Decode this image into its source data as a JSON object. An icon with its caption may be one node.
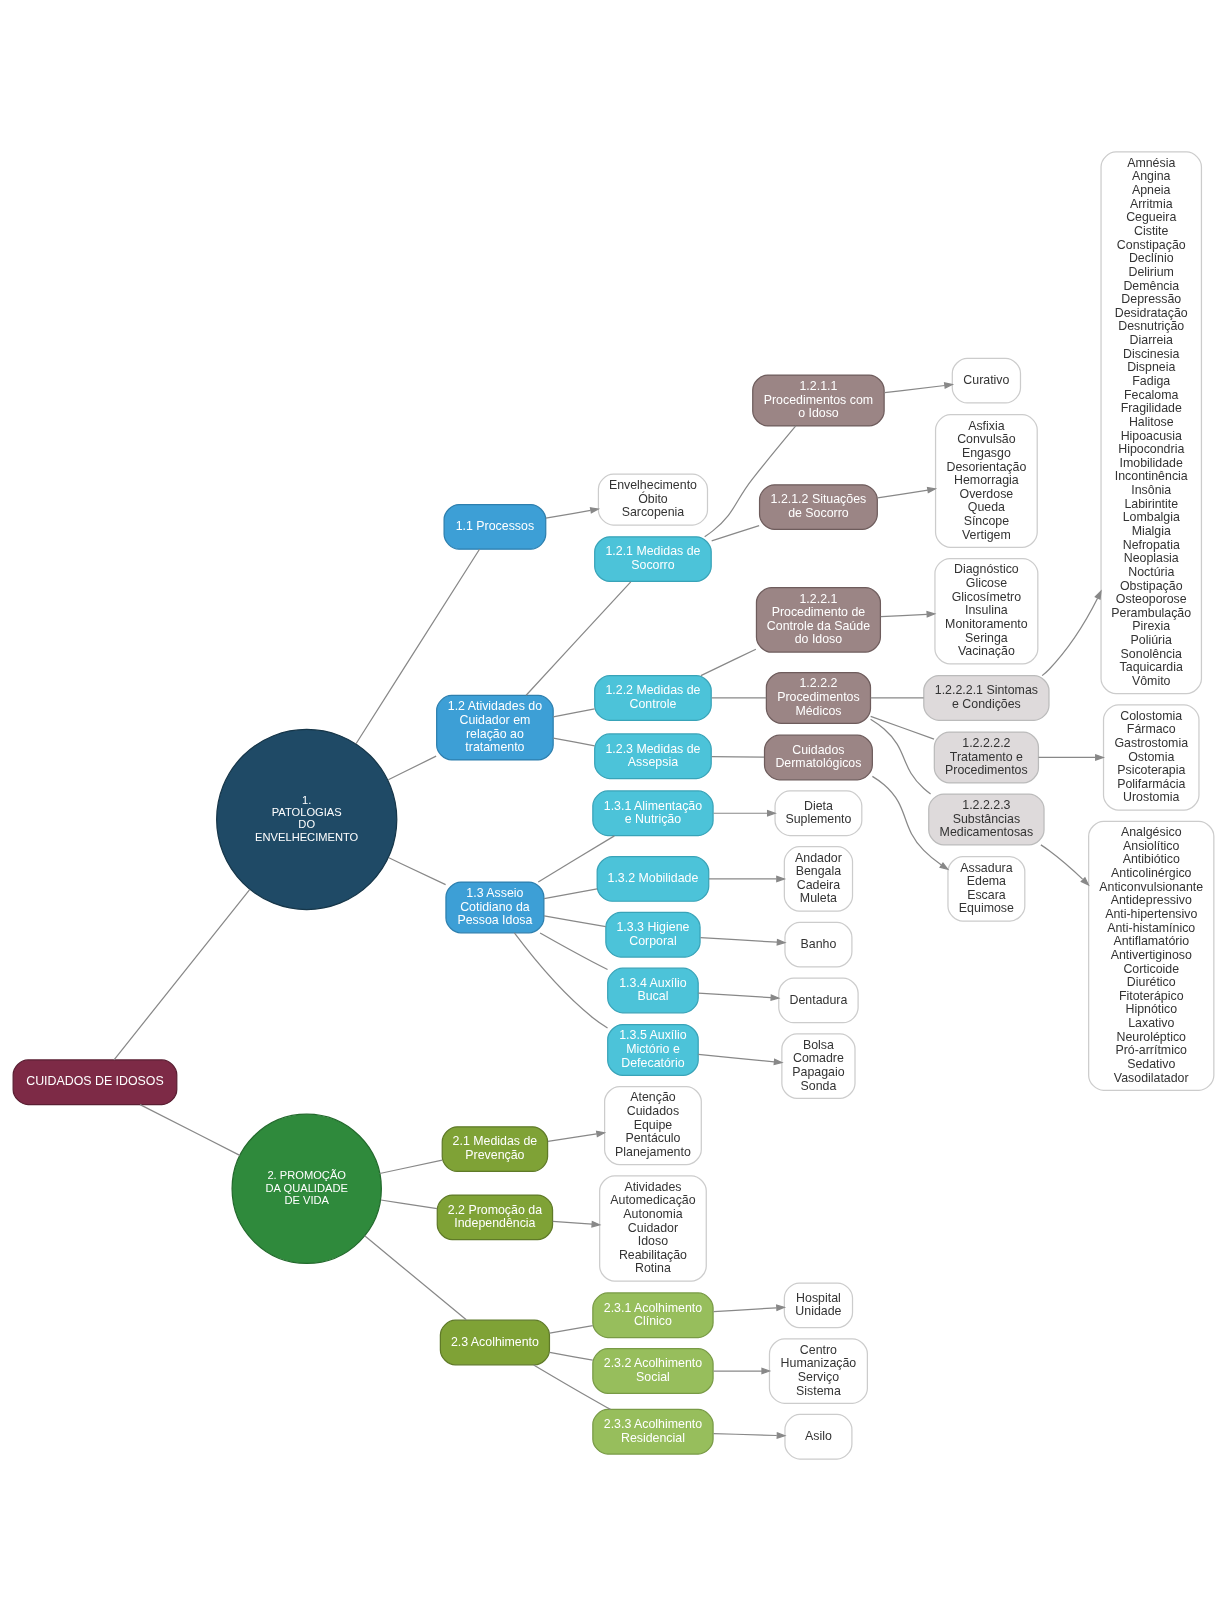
{
  "diagram": {
    "nodes": [
      {
        "text": [
          "CUIDADOS DE IDOSOS"
        ]
      },
      {
        "text": [
          "1. PATOLOGIAS DO ENVELHECIMENTO"
        ]
      },
      {
        "text": [
          "1.1 Processos"
        ]
      },
      {
        "text": [
          "Envelhecimento Óbito Sarcopenia"
        ]
      },
      {
        "text": [
          "1.2 Atividades do Cuidador em relação ao tratamento"
        ]
      },
      {
        "text": [
          "1.2.1 Medidas de Socorro"
        ]
      },
      {
        "text": [
          "1.2.1.1 Procedimentos com o Idoso"
        ]
      },
      {
        "text": [
          "Curativo"
        ]
      },
      {
        "text": [
          "1.2.1.2 Situações de Socorro"
        ]
      },
      {
        "text": [
          "Asfixia Convulsão Engasgo Desorientação Hemorragia Overdose Queda Síncope Vertigem"
        ]
      },
      {
        "text": [
          "1.2.2 Medidas de Controle"
        ]
      },
      {
        "text": [
          "1.2.2.1 Procedimento de Controle da Saúde do Idoso"
        ]
      },
      {
        "text": [
          "Diagnóstico Glicose Glicosímetro Insulina Monitoramento Seringa Vacinação"
        ]
      },
      {
        "text": [
          "1.2.2.2 Procedimentos Médicos"
        ]
      },
      {
        "text": [
          "1.2.2.2.1 Sintomas e Condições"
        ]
      },
      {
        "text": [
          "Amnésia Angina Apneia Arritmia Cegueira Cistite Constipação Declínio Delirium Demência Depressão Desidratação Desnutrição Diarreia Discinesia Dispneia Fadiga Fecaloma Fragilidade Halitose Hipoacusia Hipocondria Imobilidade Incontinência Insônia Labirintite Lombalgia Mialgia Nefropatia Neoplasia Noctúria Obstipação Osteoporose Perambulação Pirexia Poliúria Sonolência Taquicardia Vômito"
        ]
      },
      {
        "text": [
          "1.2.2.2.2 Tratamento e Procedimentos"
        ]
      },
      {
        "text": [
          "Colostomia Fármaco Gastrostomia Ostomia Psicoterapia Polifarmácia Urostomia"
        ]
      },
      {
        "text": [
          "1.2.2.2.3 Substâncias Medicamentosas"
        ]
      },
      {
        "text": [
          "Analgésico Ansiolítico Antibiótico Anticolinérgico Anticonvulsionante Antidepressivo Anti-hipertensivo Anti-histamínico Antiflamatório Antivertiginoso Corticoide Diurético Fitoterápico Hipnótico Laxativo Neuroléptico Pró-arrítmico Sedativo Vasodilatador"
        ]
      },
      {
        "text": [
          "1.2.3 Medidas de Assepsia"
        ]
      },
      {
        "text": [
          "Cuidados Dermatológicos"
        ]
      },
      {
        "text": [
          "Assadura Edema Escara Equimose"
        ]
      },
      {
        "text": [
          "1.3 Asseio Cotidiano da Pessoa Idosa"
        ]
      },
      {
        "text": [
          "1.3.1 Alimentação e Nutrição"
        ]
      },
      {
        "text": [
          "Dieta Suplemento"
        ]
      },
      {
        "text": [
          "1.3.2 Mobilidade"
        ]
      },
      {
        "text": [
          "Andador Bengala Cadeira Muleta"
        ]
      },
      {
        "text": [
          "1.3.3 Higiene Corporal"
        ]
      },
      {
        "text": [
          "Banho"
        ]
      },
      {
        "text": [
          "1.3.4 Auxílio Bucal"
        ]
      },
      {
        "text": [
          "Dentadura"
        ]
      },
      {
        "text": [
          "1.3.5 Auxílio Mictório e Defecatório"
        ]
      },
      {
        "text": [
          "Bolsa Comadre Papagaio Sonda"
        ]
      },
      {
        "text": [
          "2. PROMOÇÃO DA QUALIDADE DE VIDA"
        ]
      },
      {
        "text": [
          "2.1 Medidas de Prevenção"
        ]
      },
      {
        "text": [
          "Atenção Cuidados Equipe Pentáculo Planejamento"
        ]
      },
      {
        "text": [
          "2.2 Promoção da Independência"
        ]
      },
      {
        "text": [
          "Atividades Automedicação Autonomia Cuidador Idoso Reabilitação Rotina"
        ]
      },
      {
        "text": [
          "2.3 Acolhimento"
        ]
      },
      {
        "text": [
          "2.3.1 Acolhimento Clínico"
        ]
      },
      {
        "text": [
          "Hospital Unidade"
        ]
      },
      {
        "text": [
          "2.3.2 Acolhimento Social"
        ]
      },
      {
        "text": [
          "Centro Humanização Serviço Sistema"
        ]
      },
      {
        "text": [
          "2.3.3 Acolhimento Residencial"
        ]
      },
      {
        "text": [
          "Asilo"
        ]
      }
    ],
    "edges": [
      {
        "from": 0,
        "to": 1,
        "arrow": "none"
      },
      {
        "from": 0,
        "to": 34,
        "arrow": "none"
      },
      {
        "from": 1,
        "to": 2,
        "arrow": "none"
      },
      {
        "from": 2,
        "to": 3,
        "arrow": "to"
      },
      {
        "from": 1,
        "to": 4,
        "arrow": "none"
      },
      {
        "from": 4,
        "to": 5,
        "arrow": "none"
      },
      {
        "from": 5,
        "to": 6,
        "arrow": "none"
      },
      {
        "from": 6,
        "to": 7,
        "arrow": "to"
      },
      {
        "from": 5,
        "to": 8,
        "arrow": "none"
      },
      {
        "from": 8,
        "to": 9,
        "arrow": "to"
      },
      {
        "from": 4,
        "to": 10,
        "arrow": "none"
      },
      {
        "from": 10,
        "to": 11,
        "arrow": "none"
      },
      {
        "from": 11,
        "to": 12,
        "arrow": "to"
      },
      {
        "from": 10,
        "to": 13,
        "arrow": "none"
      },
      {
        "from": 13,
        "to": 14,
        "arrow": "none"
      },
      {
        "from": 14,
        "to": 15,
        "arrow": "to"
      },
      {
        "from": 13,
        "to": 16,
        "arrow": "none"
      },
      {
        "from": 16,
        "to": 17,
        "arrow": "to"
      },
      {
        "from": 13,
        "to": 18,
        "arrow": "none"
      },
      {
        "from": 18,
        "to": 19,
        "arrow": "to"
      },
      {
        "from": 4,
        "to": 20,
        "arrow": "none"
      },
      {
        "from": 20,
        "to": 21,
        "arrow": "none"
      },
      {
        "from": 21,
        "to": 22,
        "arrow": "to"
      },
      {
        "from": 1,
        "to": 23,
        "arrow": "none"
      },
      {
        "from": 23,
        "to": 24,
        "arrow": "none"
      },
      {
        "from": 24,
        "to": 25,
        "arrow": "to"
      },
      {
        "from": 23,
        "to": 26,
        "arrow": "none"
      },
      {
        "from": 26,
        "to": 27,
        "arrow": "to"
      },
      {
        "from": 23,
        "to": 28,
        "arrow": "none"
      },
      {
        "from": 28,
        "to": 29,
        "arrow": "to"
      },
      {
        "from": 23,
        "to": 30,
        "arrow": "none"
      },
      {
        "from": 30,
        "to": 31,
        "arrow": "to"
      },
      {
        "from": 23,
        "to": 32,
        "arrow": "none"
      },
      {
        "from": 32,
        "to": 33,
        "arrow": "to"
      },
      {
        "from": 34,
        "to": 35,
        "arrow": "none"
      },
      {
        "from": 35,
        "to": 36,
        "arrow": "to"
      },
      {
        "from": 34,
        "to": 37,
        "arrow": "none"
      },
      {
        "from": 37,
        "to": 38,
        "arrow": "to"
      },
      {
        "from": 34,
        "to": 39,
        "arrow": "none"
      },
      {
        "from": 39,
        "to": 40,
        "arrow": "none"
      },
      {
        "from": 40,
        "to": 41,
        "arrow": "to"
      },
      {
        "from": 39,
        "to": 42,
        "arrow": "none"
      },
      {
        "from": 42,
        "to": 43,
        "arrow": "to"
      },
      {
        "from": 39,
        "to": 44,
        "arrow": "none"
      },
      {
        "from": 44,
        "to": 45,
        "arrow": "to"
      }
    ]
  }
}
